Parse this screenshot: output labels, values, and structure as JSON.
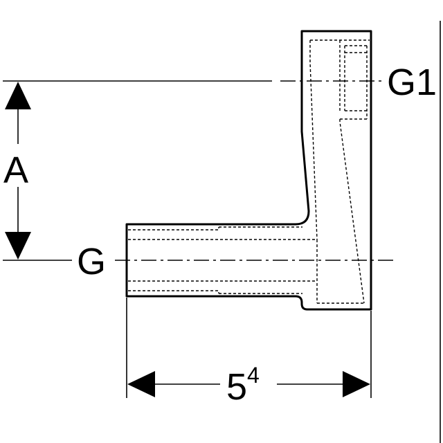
{
  "labels": {
    "dim_vertical": "A",
    "port_top": "G1",
    "port_side": "G",
    "dim_horizontal_base": "5",
    "dim_horizontal_sup": "4"
  }
}
